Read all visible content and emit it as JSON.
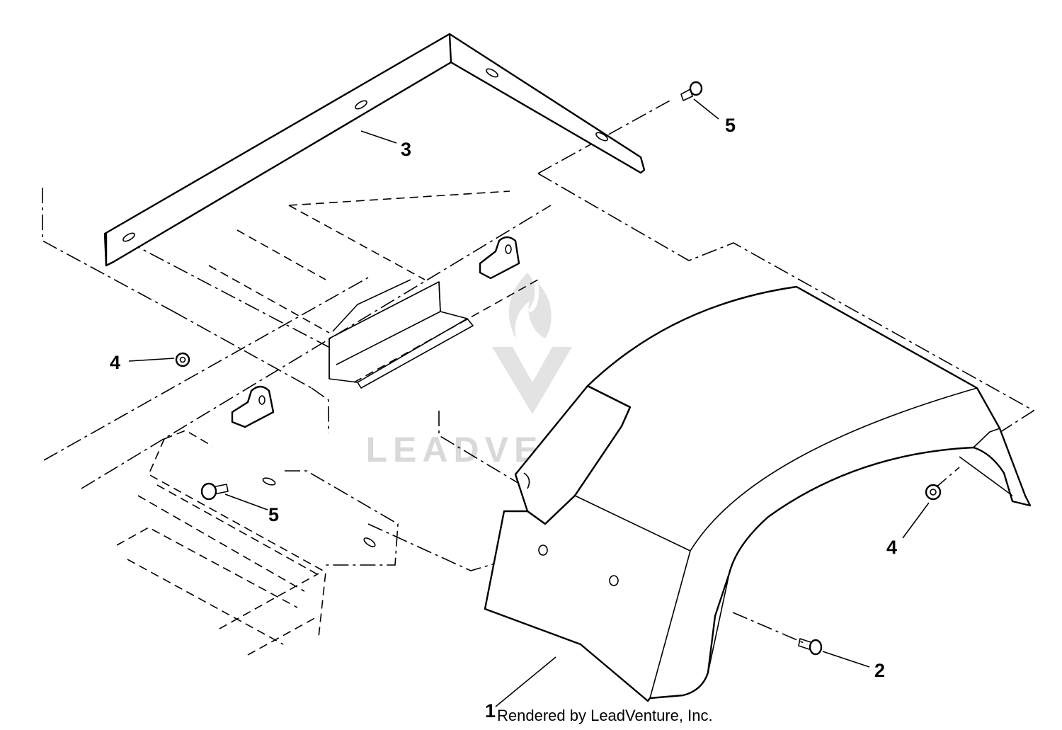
{
  "callouts": [
    {
      "id": "label-1",
      "text": "1"
    },
    {
      "id": "label-2",
      "text": "2"
    },
    {
      "id": "label-3",
      "text": "3"
    },
    {
      "id": "label-4-left",
      "text": "4"
    },
    {
      "id": "label-4-right",
      "text": "4"
    },
    {
      "id": "label-5-top",
      "text": "5"
    },
    {
      "id": "label-5-left",
      "text": "5"
    }
  ],
  "watermark": {
    "text": "LEADVENTURE"
  },
  "credit": {
    "text": "Rendered by LeadVenture, Inc."
  },
  "colors": {
    "line": "#000000",
    "background": "#ffffff",
    "watermark": "#d9d9d9"
  }
}
